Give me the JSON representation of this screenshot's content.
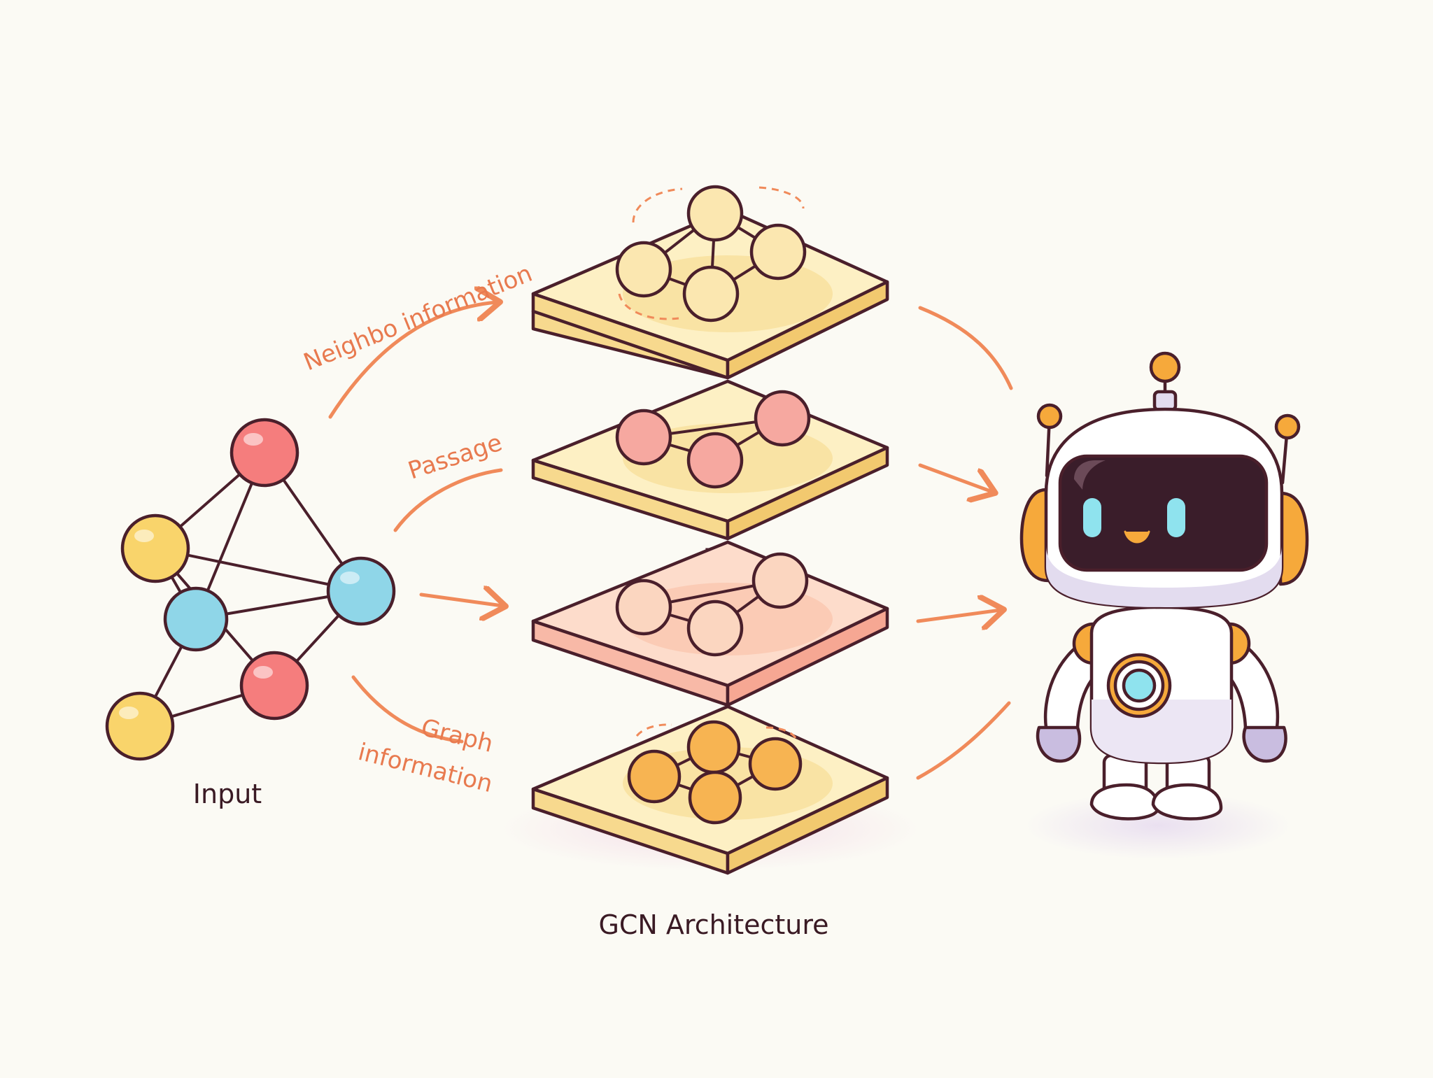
{
  "labels": {
    "input": "Input",
    "architecture": "GCN Architecture",
    "neighbor": "Neighbo information",
    "passage": "Passage",
    "graph_line1": "Graph",
    "graph_line2": "information"
  },
  "colors": {
    "outline": "#4a1f2b",
    "arrow": "#f08a5a",
    "annotation_text": "#e87a4f",
    "plate_top": "#fdf0c4",
    "plate_side": "#f7d98e",
    "plate_pink_top": "#fddccb",
    "plate_pink_side": "#f8b9a7",
    "node_red": "#f57d7d",
    "node_yellow": "#f9d46b",
    "node_blue": "#8fd6e8",
    "node_cream": "#fbe7b0",
    "node_pink": "#f6a8a0",
    "node_peach": "#fbd6c0",
    "node_orange": "#f7b452",
    "robot_body": "#ffffff",
    "robot_shade": "#e3dcef",
    "robot_screen": "#3a1d2a",
    "robot_eye": "#8fe3ee",
    "robot_accent": "#f6a93b"
  },
  "icons": [
    "graph-node-icon",
    "arrow-icon",
    "robot-icon"
  ]
}
